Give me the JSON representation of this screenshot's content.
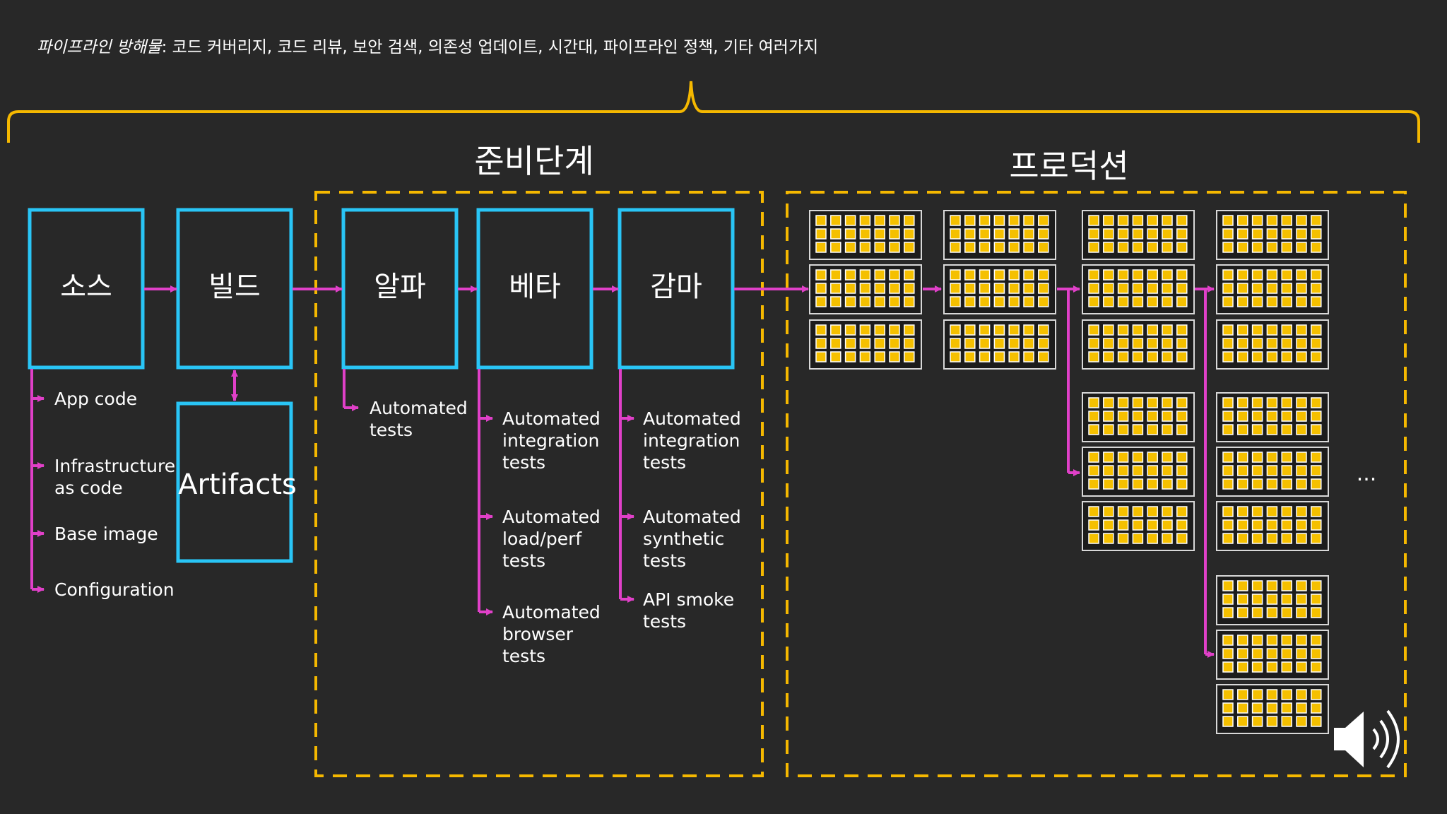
{
  "header": {
    "prefix": "파이프라인 방해물",
    "rest": ": 코드 커버리지, 코드 리뷰, 보안 검색, 의존성 업데이트, 시간대, 파이프라인 정책, 기타 여러가지"
  },
  "stages": {
    "prep_title": "준비단계",
    "prod_title": "프로덕션"
  },
  "boxes": {
    "source": "소스",
    "build": "빌드",
    "artifacts": "Artifacts",
    "alpha": "알파",
    "beta": "베타",
    "gamma": "감마"
  },
  "source_items": [
    [
      "App code"
    ],
    [
      "Infrastructure",
      "as code"
    ],
    [
      "Base image"
    ],
    [
      "Configuration"
    ]
  ],
  "alpha_items": [
    [
      "Automated",
      "tests"
    ]
  ],
  "beta_items": [
    [
      "Automated",
      "integration",
      "tests"
    ],
    [
      "Automated",
      "load/perf",
      "tests"
    ],
    [
      "Automated",
      "browser",
      "tests"
    ]
  ],
  "gamma_items": [
    [
      "Automated",
      "integration",
      "tests"
    ],
    [
      "Automated",
      "synthetic",
      "tests"
    ],
    [
      "API smoke",
      "tests"
    ]
  ],
  "ellipsis": "...",
  "colors": {
    "background": "#282828",
    "box_border": "#29c5f6",
    "arrow": "#e040c8",
    "dashed": "#f5b800",
    "brace": "#f5b800",
    "server_border": "#d8d8d8",
    "server_light": "#f5c000"
  },
  "icons": {
    "speaker": "speaker-icon"
  }
}
